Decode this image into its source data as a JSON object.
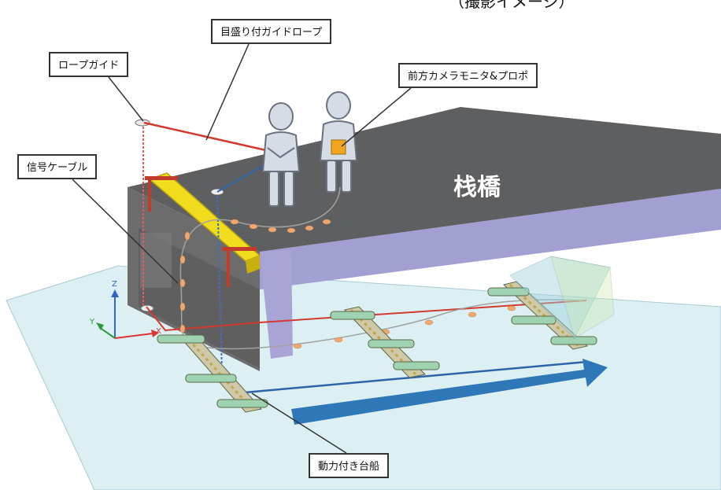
{
  "caption": "（撮影イメージ）",
  "labels": {
    "rope_guide": "ロープガイド",
    "graduated_guide_rope": "目盛り付ガイドロープ",
    "front_camera_monitor": "前方カメラモニタ&プロポ",
    "signal_cable": "信号ケーブル",
    "pier": "栈橋",
    "powered_barge": "動力付き台船"
  },
  "axes": {
    "z": "Z",
    "y": "Y",
    "x": "X"
  },
  "colors": {
    "pier_top": "#5d5e60",
    "pier_side": "#9c98cf",
    "water": "#d8eef3",
    "rope_red": "#d23a2e",
    "rope_blue": "#2f64a8",
    "arrow_blue": "#2f78b8",
    "yellow_rail": "#f2dc1e",
    "camera_orange": "#f2a51e"
  }
}
